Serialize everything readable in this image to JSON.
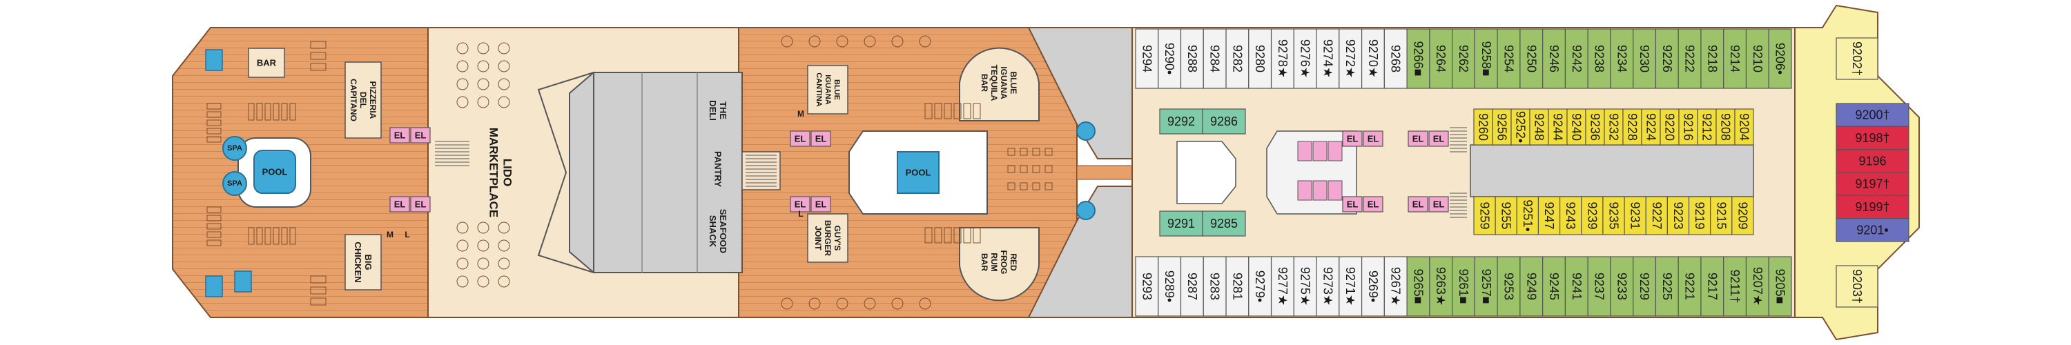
{
  "colors": {
    "deck_wood": "#e8a06a",
    "deck_cream": "#f6e7cc",
    "deck_grey": "#d0d0d0",
    "pool_blue": "#3fa9d8",
    "cabin_green": "#9cc26a",
    "cabin_yellow": "#f2de3a",
    "cabin_pink": "#e070a8",
    "cabin_teal": "#7fcaa8",
    "cabin_purple": "#6a6fc0",
    "cabin_red": "#dc2c48",
    "cabin_white": "#f3f3f3",
    "cabin_lightyellow": "#f9f1a8",
    "elevator_pink": "#f2a6d0"
  },
  "venues": {
    "pizzeria": "PIZZERIA DEL CAPITANO",
    "bar": "BAR",
    "spa_1": "SPA",
    "spa_2": "SPA",
    "pool_aft": "POOL",
    "big_chicken": "BIG CHICKEN",
    "lido_marketplace": "LIDO MARKETPLACE",
    "the_deli": "THE DELI",
    "pantry": "PANTRY",
    "seafood_shack": "SEAFOOD SHACK",
    "blue_iguana_cantina": "BLUE IGUANA CANTINA",
    "guys_burger_joint": "GUY'S BURGER JOINT",
    "pool_mid": "POOL",
    "blue_iguana_tequila_bar": "BLUE IGUANA TEQUILA BAR",
    "red_frog_rum_bar": "RED FROG RUM BAR",
    "el": "EL",
    "m": "M",
    "l": "L"
  },
  "cabins": {
    "top_outer": [
      "9294",
      "9290•",
      "9288",
      "9284",
      "9282",
      "9280",
      "9278★",
      "9276★",
      "9274★",
      "9272★",
      "9270★",
      "9268",
      "9266■",
      "9264",
      "9262",
      "9258■",
      "9254",
      "9250",
      "9246",
      "9242",
      "9238",
      "9234",
      "9230",
      "9226",
      "9222",
      "9218",
      "9214",
      "9210",
      "9206•"
    ],
    "top_inner": [
      "9292",
      "9286"
    ],
    "top_inner_row": [
      "9260",
      "9256",
      "9252•",
      "9248",
      "9244",
      "9240",
      "9236",
      "9232",
      "9228",
      "9224",
      "9220",
      "9216",
      "9212",
      "9208",
      "9204"
    ],
    "bottom_outer": [
      "9293",
      "9289•",
      "9287",
      "9283",
      "9281",
      "9279•",
      "9277★",
      "9275★",
      "9273★",
      "9271★",
      "9269•",
      "9267★",
      "9265■",
      "9263★",
      "9261■",
      "9257■",
      "9253",
      "9249",
      "9245",
      "9241",
      "9237",
      "9233",
      "9229",
      "9225",
      "9221",
      "9217",
      "9211†",
      "9207★",
      "9205■"
    ],
    "bottom_inner": [
      "9291",
      "9285"
    ],
    "bottom_inner_row": [
      "9259",
      "9255",
      "9251•",
      "9247",
      "9243",
      "9239",
      "9235",
      "9231",
      "9227",
      "9223",
      "9219",
      "9215",
      "9209"
    ],
    "bow_top": "9202†",
    "bow_bottom": "9203†",
    "bow_stack": [
      "9200†",
      "9198†",
      "9196",
      "9197†",
      "9199†",
      "9201•"
    ]
  }
}
